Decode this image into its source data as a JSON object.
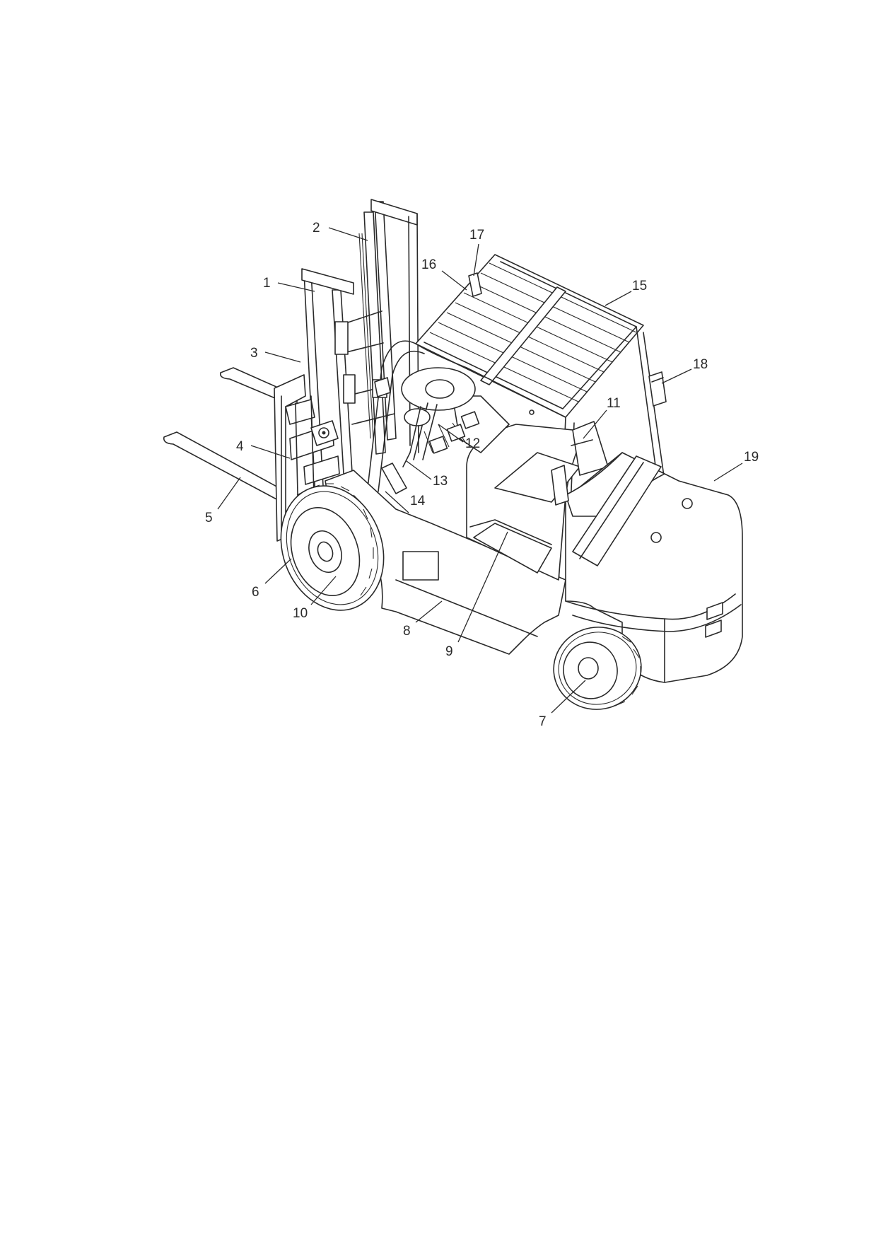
{
  "diagram": {
    "callouts": [
      {
        "id": "c1",
        "label": "1"
      },
      {
        "id": "c2",
        "label": "2"
      },
      {
        "id": "c3",
        "label": "3"
      },
      {
        "id": "c4",
        "label": "4"
      },
      {
        "id": "c5",
        "label": "5"
      },
      {
        "id": "c6",
        "label": "6"
      },
      {
        "id": "c7",
        "label": "7"
      },
      {
        "id": "c8",
        "label": "8"
      },
      {
        "id": "c9",
        "label": "9"
      },
      {
        "id": "c10",
        "label": "10"
      },
      {
        "id": "c11",
        "label": "11"
      },
      {
        "id": "c12",
        "label": "12"
      },
      {
        "id": "c13",
        "label": "13"
      },
      {
        "id": "c14",
        "label": "14"
      },
      {
        "id": "c15",
        "label": "15"
      },
      {
        "id": "c16",
        "label": "16"
      },
      {
        "id": "c17",
        "label": "17"
      },
      {
        "id": "c18",
        "label": "18"
      },
      {
        "id": "c19",
        "label": "19"
      }
    ],
    "line_color": "#2a2a2a",
    "background": "#ffffff"
  }
}
